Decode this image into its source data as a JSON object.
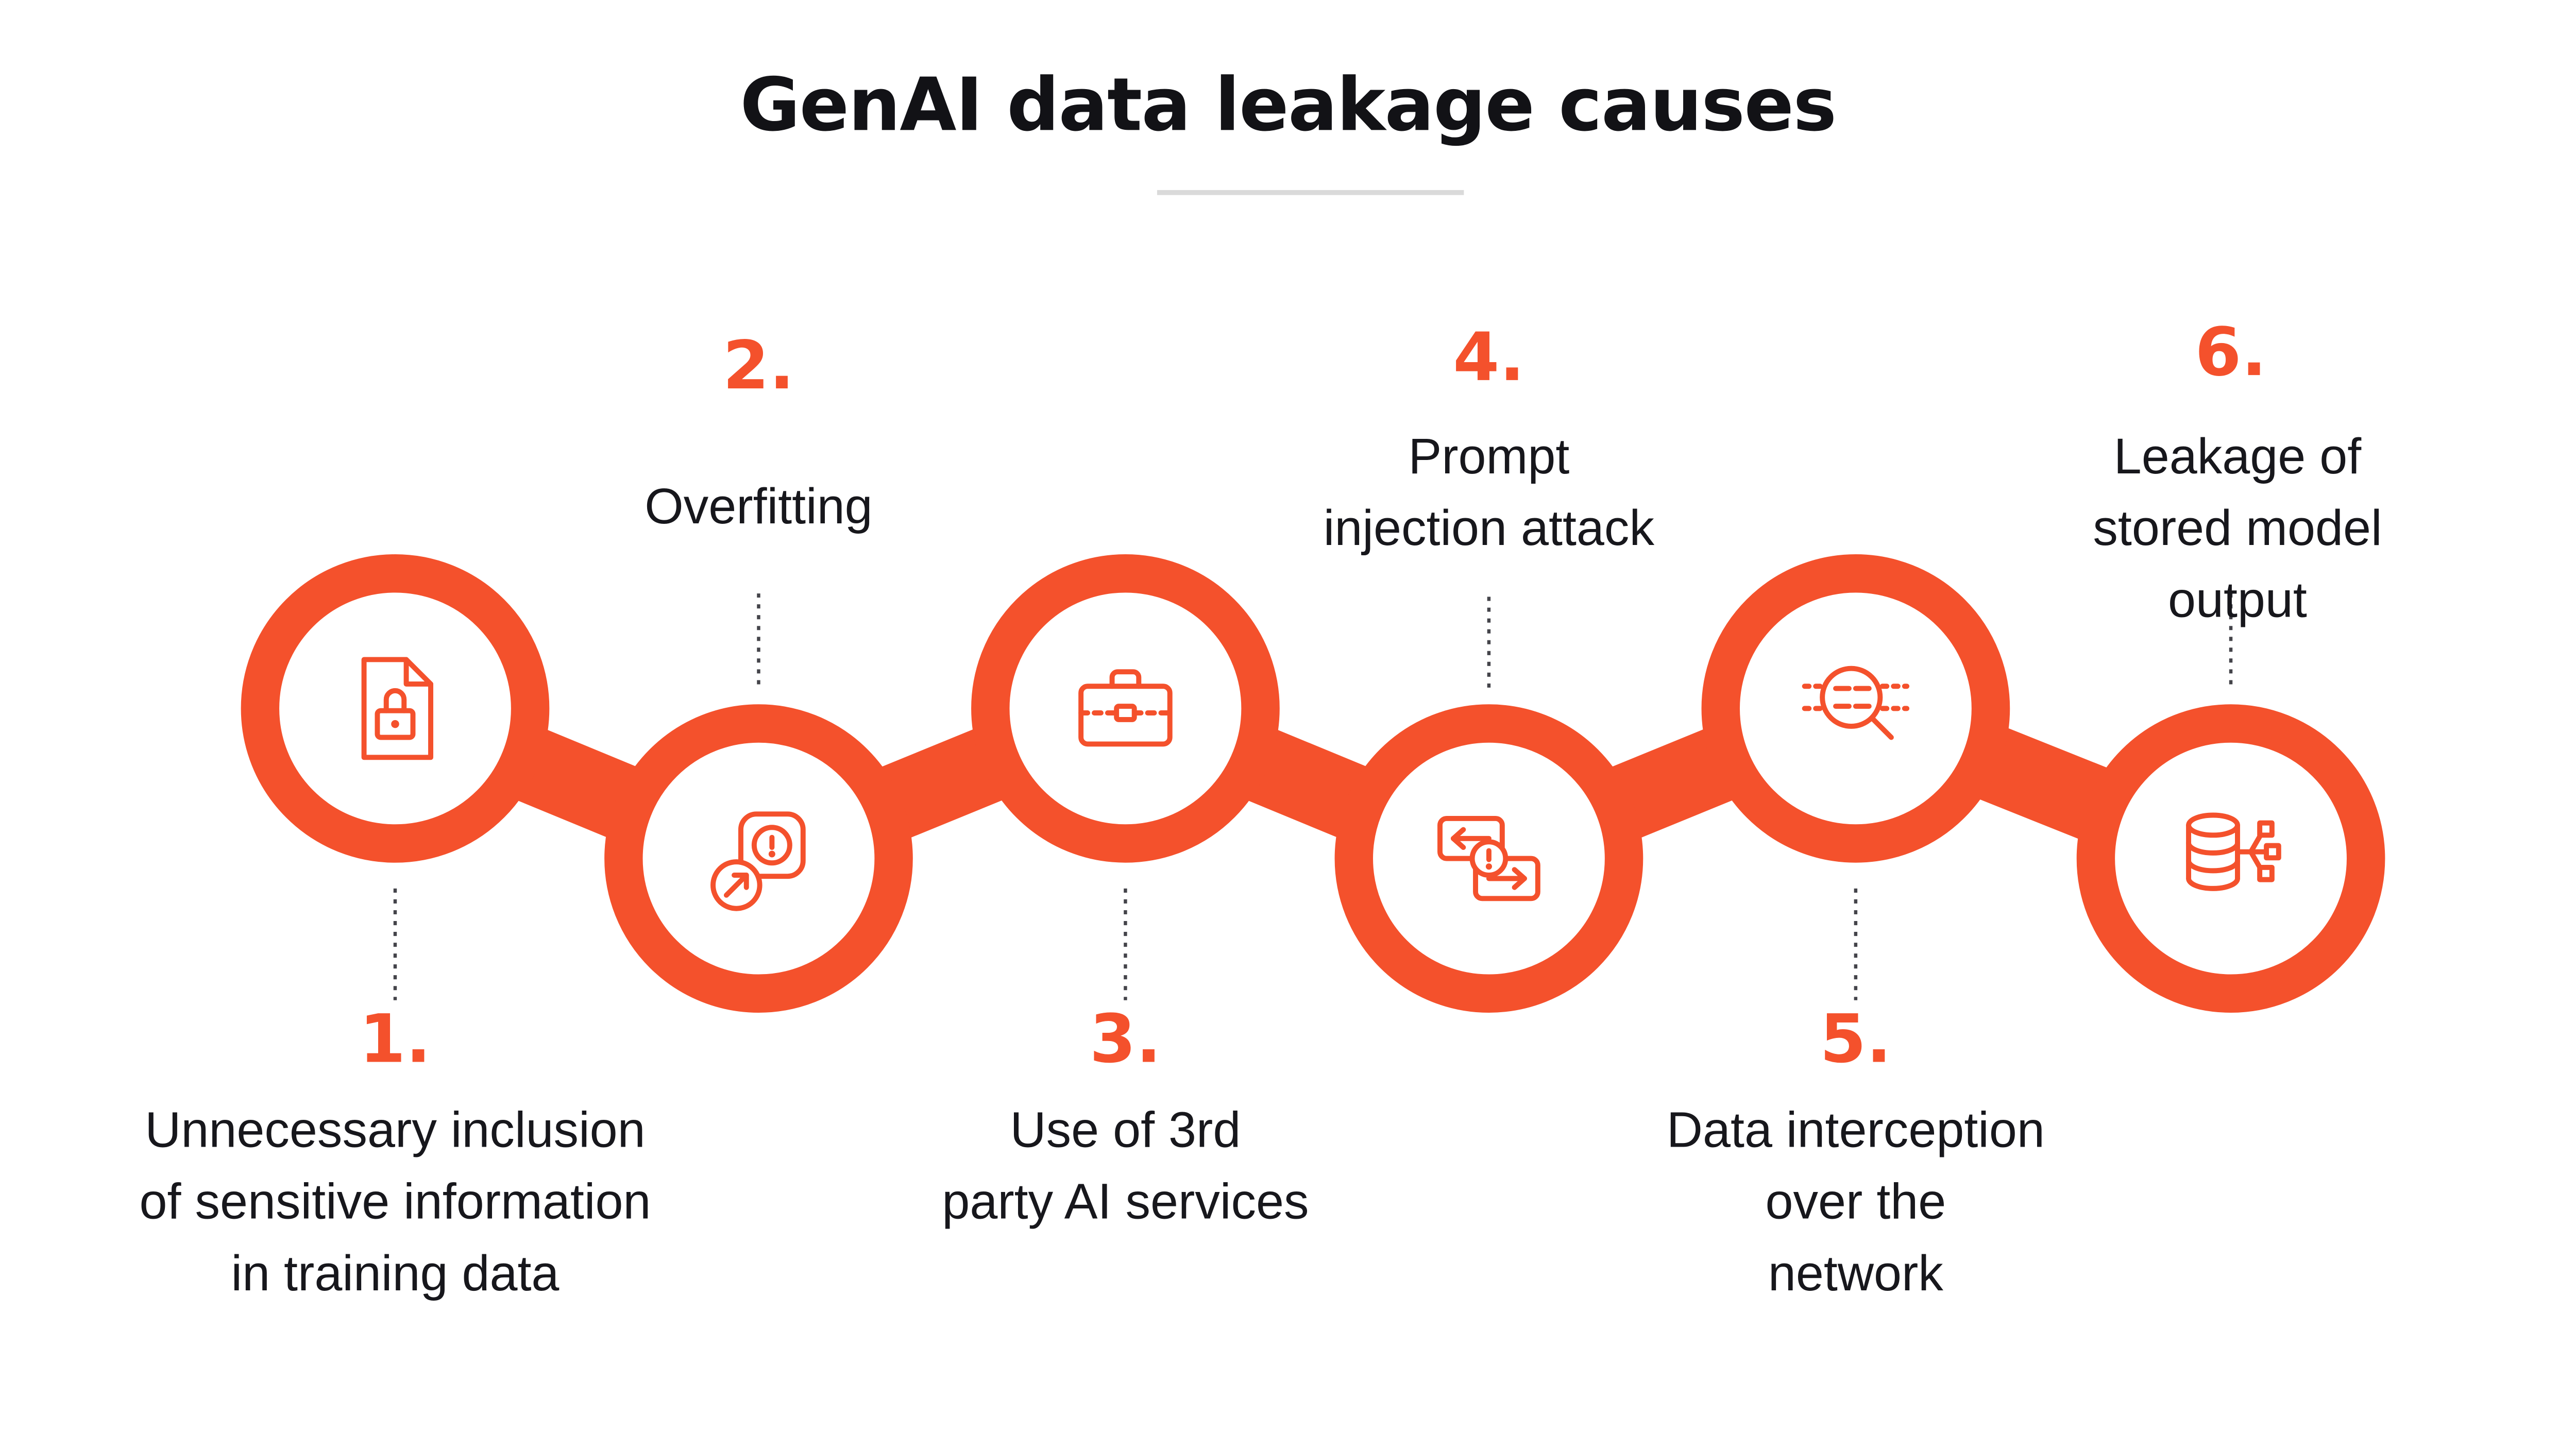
{
  "title": "GenAI data leakage causes",
  "colors": {
    "accent": "#F4512C",
    "text": "#17171C",
    "divider": "#DADADA",
    "dotted_line": "#44444A"
  },
  "steps": [
    {
      "number": "1.",
      "label": "Unnecessary inclusion\nof sensitive information\nin training data",
      "icon": "document-lock-icon",
      "circle_position": "upper",
      "label_position": "below"
    },
    {
      "number": "2.",
      "label": "Overfitting",
      "icon": "overfitting-warning-icon",
      "circle_position": "lower",
      "label_position": "above"
    },
    {
      "number": "3.",
      "label": "Use of 3rd\nparty AI services",
      "icon": "briefcase-icon",
      "circle_position": "upper",
      "label_position": "below"
    },
    {
      "number": "4.",
      "label": "Prompt\ninjection attack",
      "icon": "prompt-injection-icon",
      "circle_position": "lower",
      "label_position": "above"
    },
    {
      "number": "5.",
      "label": "Data interception\nover the\nnetwork",
      "icon": "network-interception-icon",
      "circle_position": "upper",
      "label_position": "below"
    },
    {
      "number": "6.",
      "label": "Leakage of\nstored model output",
      "icon": "database-output-icon",
      "circle_position": "lower",
      "label_position": "above"
    }
  ]
}
